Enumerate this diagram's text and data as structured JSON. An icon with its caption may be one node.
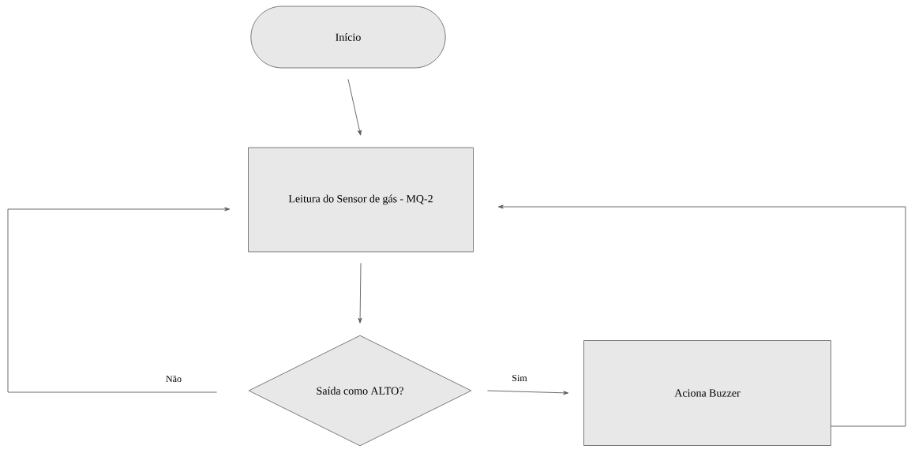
{
  "diagram": {
    "nodes": [
      {
        "text": [
          "Início"
        ]
      },
      {
        "text": [
          "Leitura do Sensor de gás - MQ-2"
        ]
      },
      {
        "text": [
          "Saída como ALTO?"
        ]
      },
      {
        "text": [
          "Aciona Buzzer"
        ]
      }
    ],
    "edges": [
      {
        "from": 0,
        "to": 1,
        "arrow": "to"
      },
      {
        "from": 1,
        "to": 2,
        "arrow": "to"
      },
      {
        "from": 2,
        "to": 3,
        "arrow": "to",
        "label": "Sim"
      },
      {
        "from": 3,
        "to": 1,
        "arrow": "to"
      },
      {
        "from": 2,
        "to": 1,
        "arrow": "to",
        "label": "Não"
      }
    ]
  }
}
